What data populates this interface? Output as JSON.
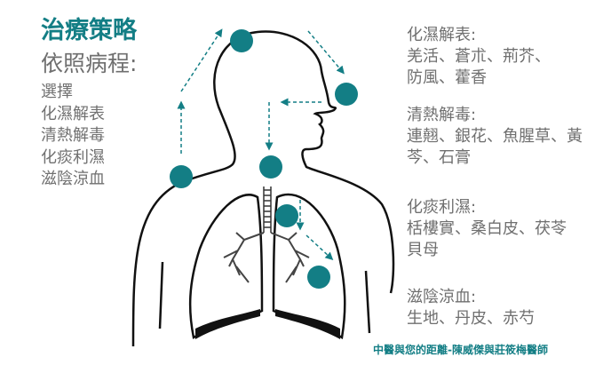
{
  "title": "治療策略",
  "subtitle": "依照病程:",
  "left_list": [
    "選擇",
    "化濕解表",
    "清熱解毒",
    "化痰利濕",
    "滋陰涼血"
  ],
  "stages": [
    {
      "heading": "化濕解表:",
      "lines": [
        "羌活、蒼朮、荊芥、",
        "防風、藿香"
      ]
    },
    {
      "heading": "清熱解毒:",
      "lines": [
        "連翹、銀花、魚腥草、黃",
        "芩、石膏"
      ]
    },
    {
      "heading": "化痰利濕:",
      "lines": [
        "栝樓實、桑白皮、茯苓",
        "貝母"
      ]
    },
    {
      "heading": "滋陰涼血:",
      "lines": [
        "生地、丹皮、赤芍"
      ]
    }
  ],
  "footer": "中醫與您的距離-陳威傑與莊筱梅醫師",
  "colors": {
    "accent": "#137e85",
    "text": "#6f6f6f",
    "outline": "#111111"
  }
}
